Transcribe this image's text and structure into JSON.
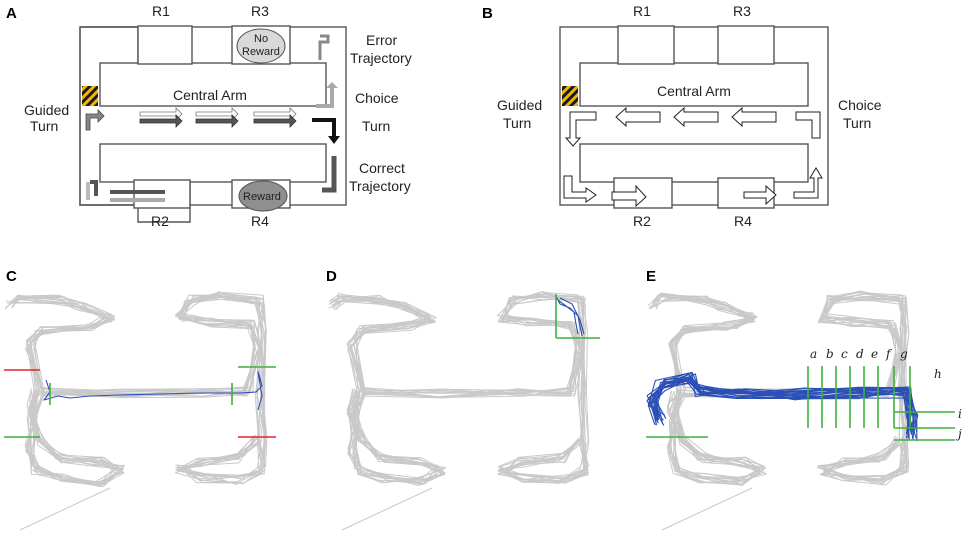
{
  "panels": {
    "A": {
      "label": "A",
      "room_r1": "R1",
      "room_r2": "R2",
      "room_r3": "R3",
      "room_r4": "R4",
      "no_reward_line1": "No",
      "no_reward_line2": "Reward",
      "reward": "Reward",
      "central_arm": "Central Arm",
      "guided_turn_1": "Guided",
      "guided_turn_2": "Turn",
      "choice_turn_1": "Choice",
      "choice_turn_2": "Turn",
      "error_traj_1": "Error",
      "error_traj_2": "Trajectory",
      "correct_traj_1": "Correct",
      "correct_traj_2": "Trajectory"
    },
    "B": {
      "label": "B",
      "room_r1": "R1",
      "room_r2": "R2",
      "room_r3": "R3",
      "room_r4": "R4",
      "central_arm": "Central Arm",
      "guided_turn_1": "Guided",
      "guided_turn_2": "Turn",
      "choice_turn_1": "Choice",
      "choice_turn_2": "Turn"
    },
    "C": {
      "label": "C"
    },
    "D": {
      "label": "D"
    },
    "E": {
      "label": "E",
      "section_labels": [
        "a",
        "b",
        "c",
        "d",
        "e",
        "f",
        "g"
      ],
      "label_h": "h",
      "label_i": "i",
      "label_j": "j"
    }
  },
  "colors": {
    "trajectory_gray": "#c9c9c9",
    "trajectory_blue": "#2b4fb6",
    "boundary_green": "#3fb13f",
    "boundary_red": "#e0262a",
    "hazard_yellow": "#f2b705",
    "reward_gray": "#8f8f8f",
    "no_reward_gray": "#d9d9d9"
  }
}
